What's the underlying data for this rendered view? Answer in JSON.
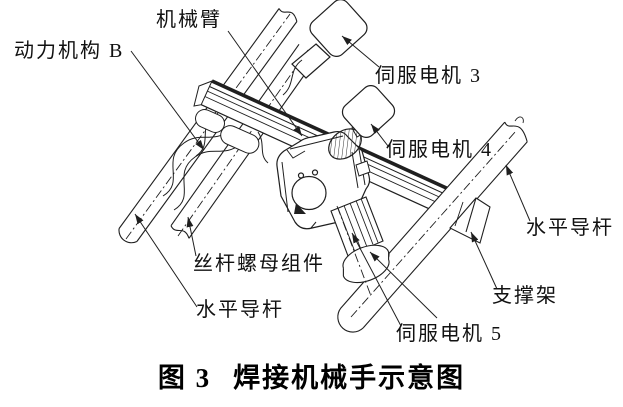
{
  "figure": {
    "kind": "technical-line-diagram",
    "colors": {
      "background": "#ffffff",
      "line": "#1f1f1f"
    },
    "labels": [
      {
        "id": "power-mechanism-b",
        "text": "动力机构 B"
      },
      {
        "id": "mechanical-arm",
        "text": "机械臂"
      },
      {
        "id": "servo-motor-3",
        "text": "伺服电机 3"
      },
      {
        "id": "servo-motor-4",
        "text": "伺服电机 4"
      },
      {
        "id": "horizontal-guide-rod-right",
        "text": "水平导杆"
      },
      {
        "id": "screw-nut-assembly",
        "text": "丝杆螺母组件"
      },
      {
        "id": "horizontal-guide-rod-left",
        "text": "水平导杆"
      },
      {
        "id": "support-frame",
        "text": "支撑架"
      },
      {
        "id": "servo-motor-5",
        "text": "伺服电机 5"
      }
    ],
    "caption": {
      "number": "图 3",
      "title": "焊接机械手示意图"
    }
  }
}
